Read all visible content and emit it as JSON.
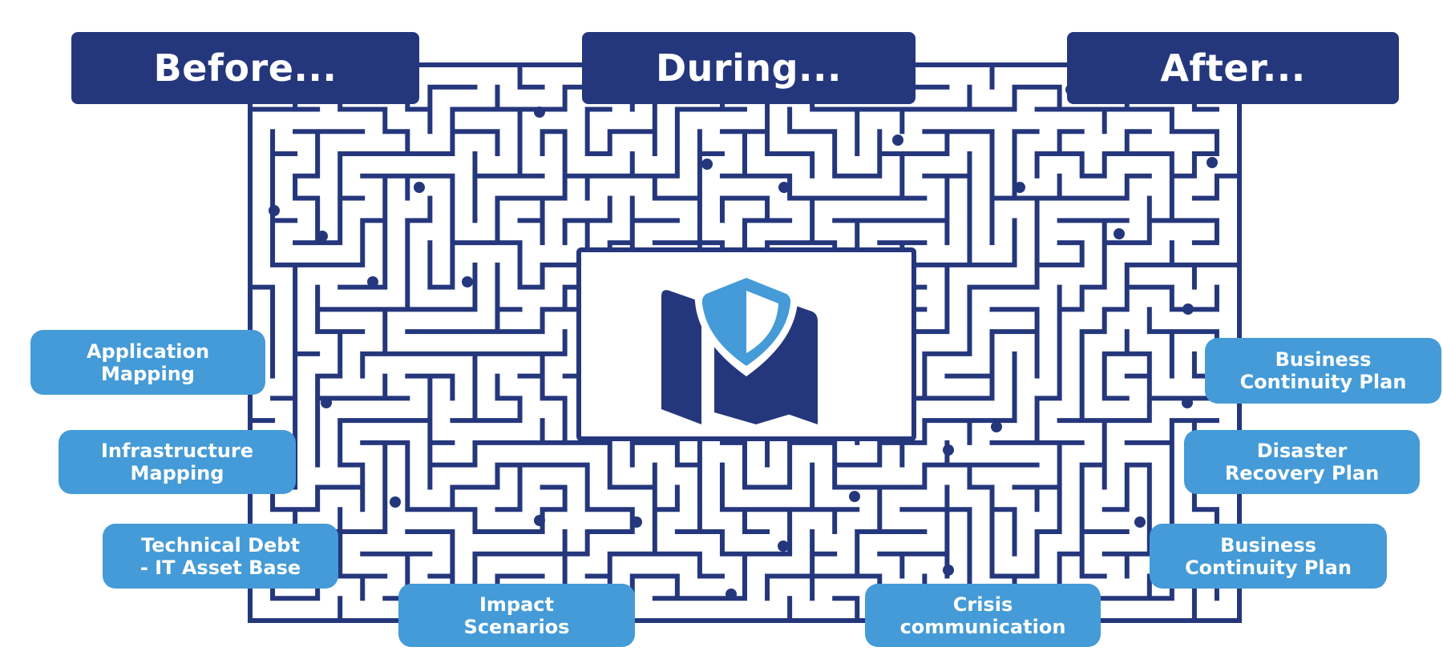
{
  "colors": {
    "navy": "#25377c",
    "blue": "#449bd7",
    "background": "#ffffff"
  },
  "phases": {
    "before": "Before...",
    "during": "During...",
    "after": "After..."
  },
  "left_tags": {
    "application_mapping": "Application\nMapping",
    "infrastructure_mapping": "Infrastructure\nMapping",
    "technical_debt": "Technical Debt\n- IT Asset Base",
    "impact_scenarios": "Impact\nScenarios"
  },
  "right_tags": {
    "crisis_communication": "Crisis\ncommunication",
    "business_continuity_plan_1": "Business\nContinuity Plan",
    "disaster_recovery_plan": "Disaster\nRecovery Plan",
    "business_continuity_plan_2": "Business\nContinuity Plan"
  },
  "center_icon": "map-shield-icon"
}
